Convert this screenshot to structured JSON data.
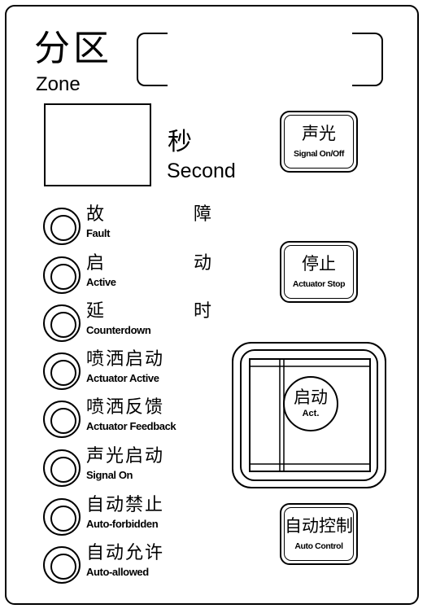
{
  "zone": {
    "label_cn": "分区",
    "label_en": "Zone"
  },
  "timer": {
    "unit_cn": "秒",
    "unit_en": "Second"
  },
  "indicators": [
    {
      "cn": [
        "故",
        "障"
      ],
      "en": "Fault"
    },
    {
      "cn": [
        "启",
        "动"
      ],
      "en": "Active"
    },
    {
      "cn": [
        "延",
        "时"
      ],
      "en": "Counterdown"
    },
    {
      "cn": [
        "喷洒启动"
      ],
      "en": "Actuator Active"
    },
    {
      "cn": [
        "喷洒反馈"
      ],
      "en": "Actuator Feedback"
    },
    {
      "cn": [
        "声光启动"
      ],
      "en": "Signal On"
    },
    {
      "cn": [
        "自动禁止"
      ],
      "en": "Auto-forbidden"
    },
    {
      "cn": [
        "自动允许"
      ],
      "en": "Auto-allowed"
    }
  ],
  "buttons": {
    "signal": {
      "cn": "声光",
      "en": "Signal On/Off"
    },
    "stop": {
      "cn": "停止",
      "en": "Actuator Stop"
    },
    "activate": {
      "cn": "启动",
      "en": "Act."
    },
    "auto": {
      "cn": "自动控制",
      "en": "Auto Control"
    }
  }
}
